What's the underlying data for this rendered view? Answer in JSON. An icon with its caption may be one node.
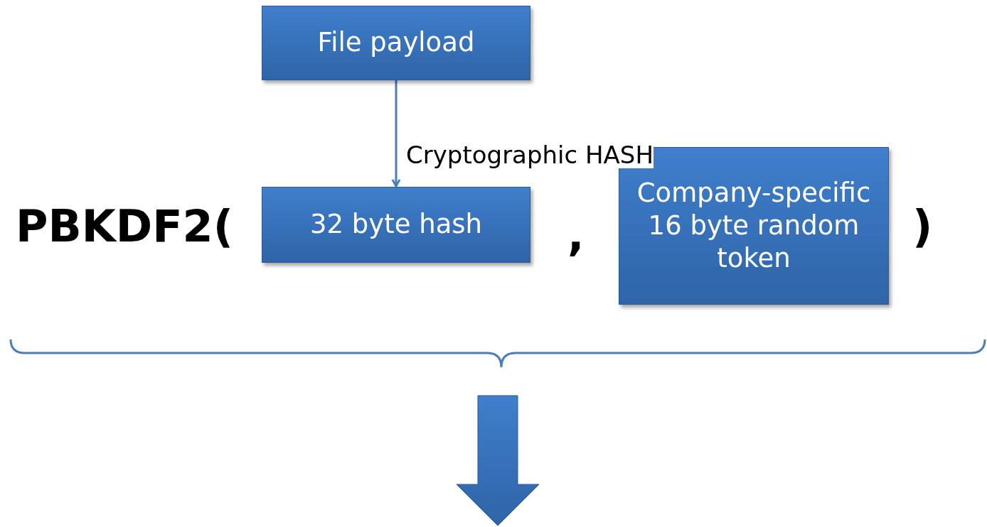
{
  "diagram": {
    "nodes": [
      {
        "text": [
          "File payload"
        ]
      },
      {
        "text": [
          "32 byte hash"
        ]
      },
      {
        "text": [
          "Company-specific 16 byte random token"
        ]
      }
    ],
    "edges": [
      {
        "from": 0,
        "to": 1,
        "arrow": "to",
        "label": "Cryptographic HASH"
      }
    ],
    "labels": [
      "PBKDF2(",
      ",",
      ")"
    ]
  }
}
